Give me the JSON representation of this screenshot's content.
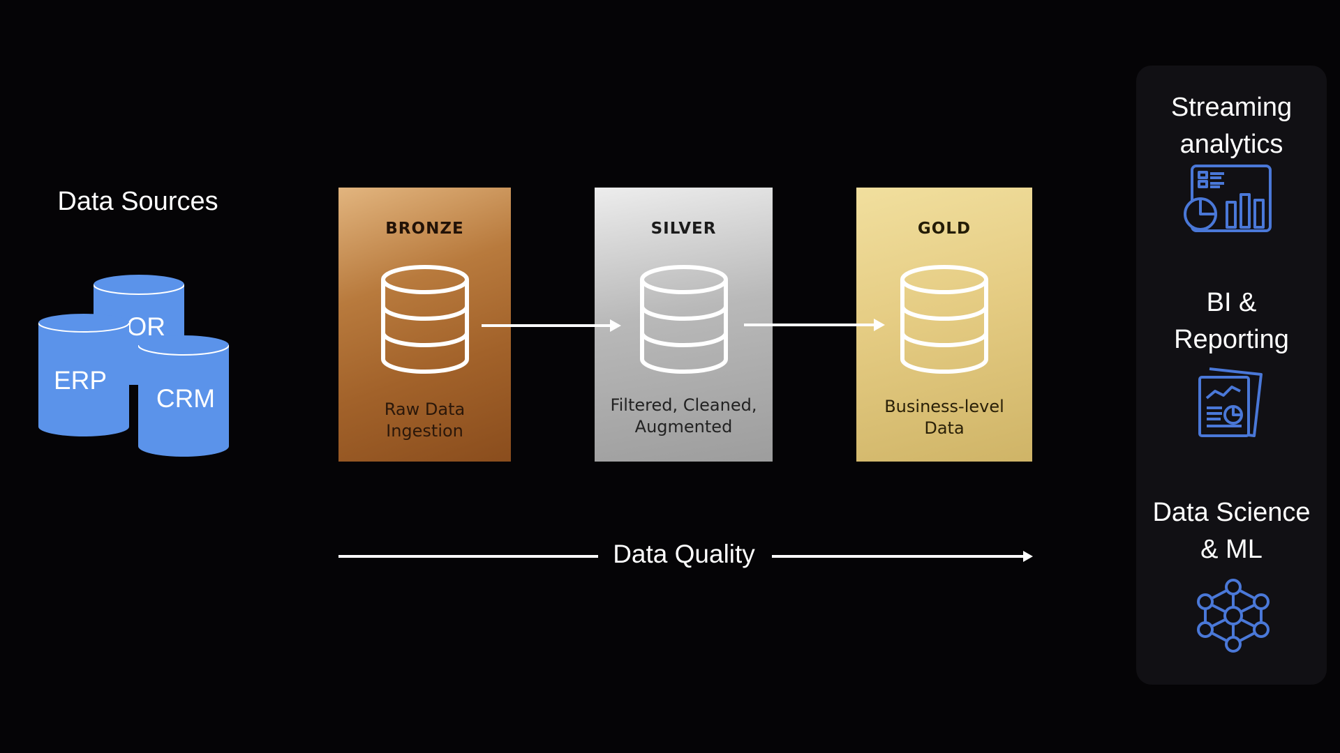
{
  "sources": {
    "title": "Data Sources",
    "items": [
      {
        "label": "LOR"
      },
      {
        "label": "ERP"
      },
      {
        "label": "CRM"
      }
    ],
    "color": "#5b93ea"
  },
  "tiers": [
    {
      "name": "BRONZE",
      "description": [
        "Raw Data",
        "Ingestion"
      ]
    },
    {
      "name": "SILVER",
      "description": [
        "Filtered, Cleaned,",
        "Augmented"
      ]
    },
    {
      "name": "GOLD",
      "description": [
        "Business-level",
        "Data"
      ]
    }
  ],
  "quality": {
    "label": "Data Quality"
  },
  "use_cases": [
    {
      "title": [
        "Streaming",
        "analytics"
      ],
      "icon": "dashboard-icon"
    },
    {
      "title": [
        "BI &",
        "Reporting"
      ],
      "icon": "report-icon"
    },
    {
      "title": [
        "Data Science",
        "& ML"
      ],
      "icon": "neural-network-icon"
    }
  ],
  "colors": {
    "background": "#050406",
    "icon_blue": "#4a78d8",
    "bronze": "#a2622a",
    "silver": "#b9b9b9",
    "gold": "#e5cc83"
  }
}
